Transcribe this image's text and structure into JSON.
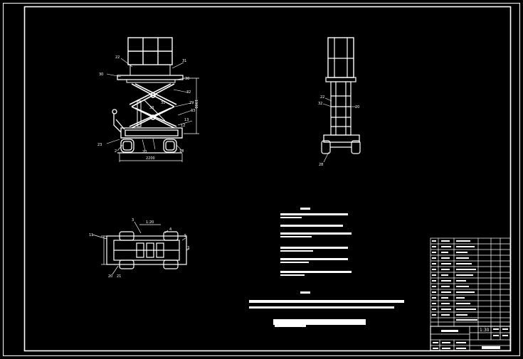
{
  "colors": {
    "background": "#000000",
    "line": "#ffffff"
  },
  "front_view": {
    "dimension_height": "1900",
    "dimension_width": "2200",
    "callouts": [
      "22",
      "30",
      "31",
      "30",
      "32",
      "29",
      "33",
      "33",
      "31",
      "13",
      "2",
      "23",
      "20",
      "12",
      "18"
    ]
  },
  "side_view": {
    "callouts": [
      "22",
      "32",
      "20",
      "28"
    ]
  },
  "top_view": {
    "dimension_scale": "1:20",
    "callouts": [
      "3",
      "4",
      "5",
      "3",
      "11",
      "20",
      "21"
    ]
  },
  "title_block": {
    "scale": "1:30"
  }
}
